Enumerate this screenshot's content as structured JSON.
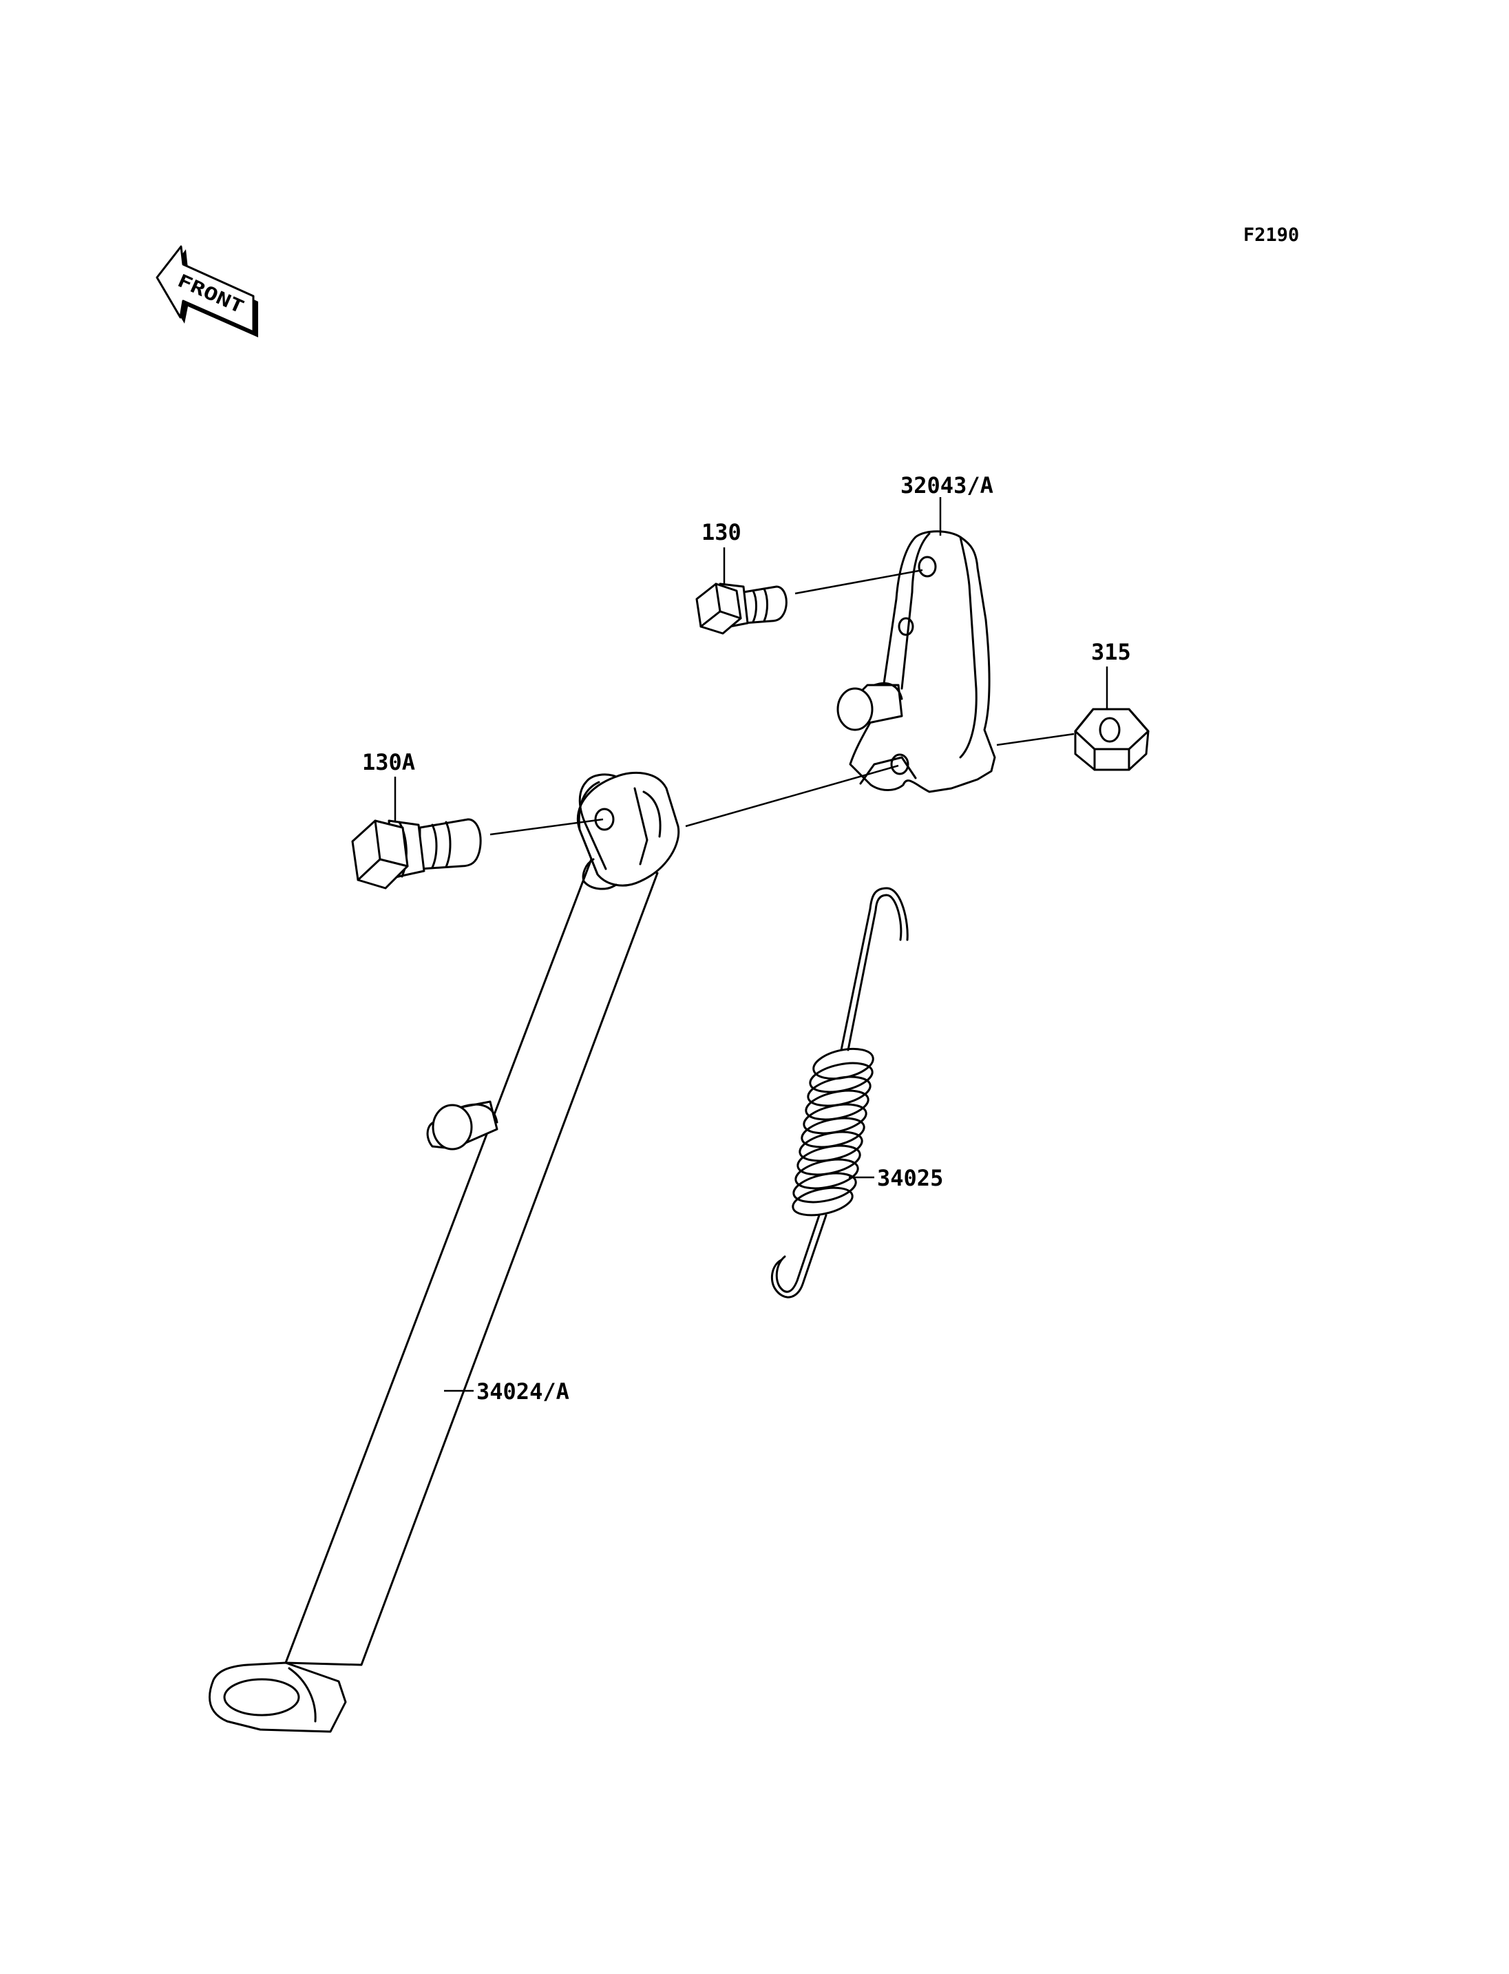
{
  "figure_code": "F2190",
  "front_label": "FRONT",
  "callouts": {
    "bracket": "32043/A",
    "bolt_small": "130",
    "nut": "315",
    "bolt_large": "130A",
    "spring": "34025",
    "stand": "34024/A"
  }
}
